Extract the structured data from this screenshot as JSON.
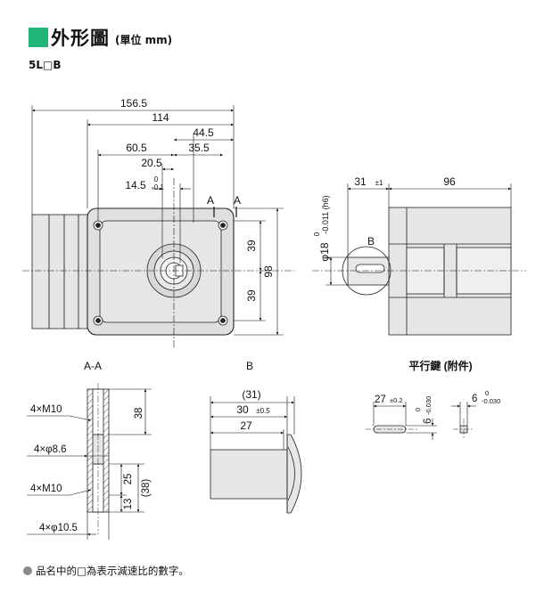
{
  "header": {
    "title": "外形圖",
    "unit": "(單位 mm)",
    "model": "5L□B",
    "accent_color": "#21b57a"
  },
  "main_view": {
    "dims": {
      "d156_5": "156.5",
      "d114": "114",
      "d44_5": "44.5",
      "d60_5": "60.5",
      "d35_5": "35.5",
      "d20_5": "20.5",
      "d14_5": "14.5",
      "tol_0": "0",
      "tol_m01": "-0.1",
      "d39_top": "39",
      "d39_bottom": "39",
      "d98": "98"
    },
    "section_marks": {
      "left": "A",
      "right": "A"
    }
  },
  "side_view": {
    "dims": {
      "d31": "31",
      "tol_31": "±1",
      "d96": "96",
      "phi18": "φ18",
      "tol_h6_upper": "0",
      "tol_h6_lower": "-0.011 (h6)"
    },
    "detail_label": "B"
  },
  "section_aa": {
    "title": "A-A",
    "labels": {
      "m10_top": "4×M10",
      "hole_8_6": "4×φ8.6",
      "m10_bottom": "4×M10",
      "hole_10_5": "4×φ10.5"
    },
    "dims": {
      "d38": "38",
      "d25": "25",
      "d38p": "(38)",
      "d13": "13"
    }
  },
  "detail_b": {
    "title": "B",
    "dims": {
      "d31p": "(31)",
      "d30": "30",
      "tol_30": "±0.5",
      "d27": "27"
    }
  },
  "key": {
    "title": "平行鍵 (附件)",
    "dims": {
      "d27": "27",
      "tol_27": "±0.2",
      "d6a": "6",
      "tol_6a_u": "0",
      "tol_6a_l": "-0.030",
      "d6b": "6",
      "tol_6b_u": "0",
      "tol_6b_l": "-0.030"
    }
  },
  "footnote": {
    "text": "品名中的□為表示減速比的數字。"
  }
}
